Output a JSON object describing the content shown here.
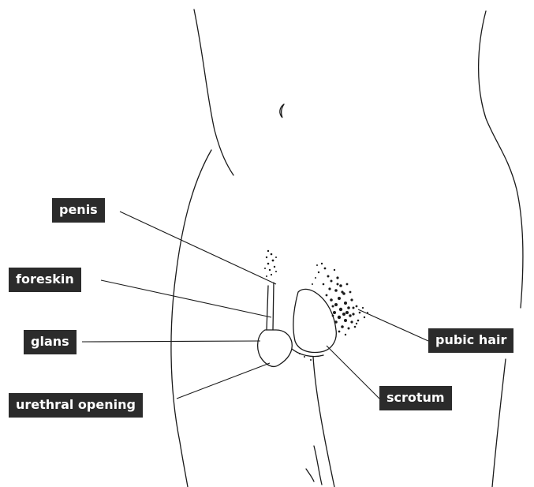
{
  "labels": {
    "penis": "penis",
    "foreskin": "foreskin",
    "glans": "glans",
    "urethral_opening": "urethral opening",
    "pubic_hair": "pubic hair",
    "scrotum": "scrotum"
  },
  "colors": {
    "label_background": "#2b2b2b",
    "label_text": "#ffffff",
    "line": "#1a1a1a"
  }
}
